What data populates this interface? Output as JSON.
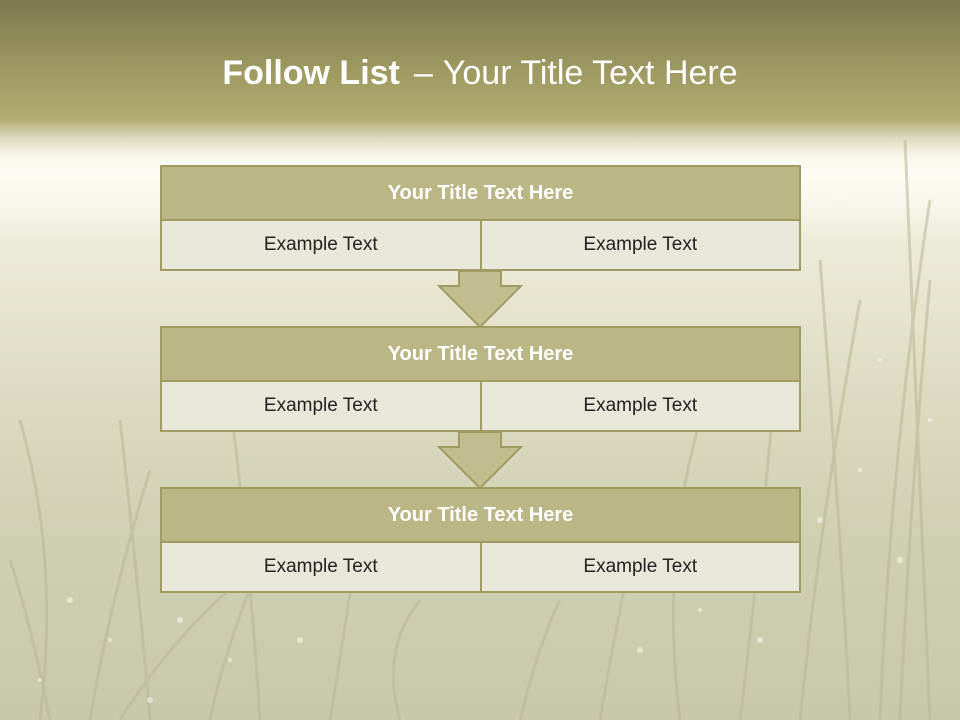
{
  "slide": {
    "title_bold": "Follow List",
    "title_dash": "–",
    "title_rest": "Your Title Text Here"
  },
  "boxes": [
    {
      "heading": "Your Title Text Here",
      "left": "Example Text",
      "right": "Example Text"
    },
    {
      "heading": "Your Title Text Here",
      "left": "Example Text",
      "right": "Example Text"
    },
    {
      "heading": "Your Title Text Here",
      "left": "Example Text",
      "right": "Example Text"
    }
  ],
  "colors": {
    "header_fill": "#bbb686",
    "border": "#a09b63",
    "cell_fill": "#e8e7d9",
    "arrow_fill": "#c2bd8e"
  }
}
